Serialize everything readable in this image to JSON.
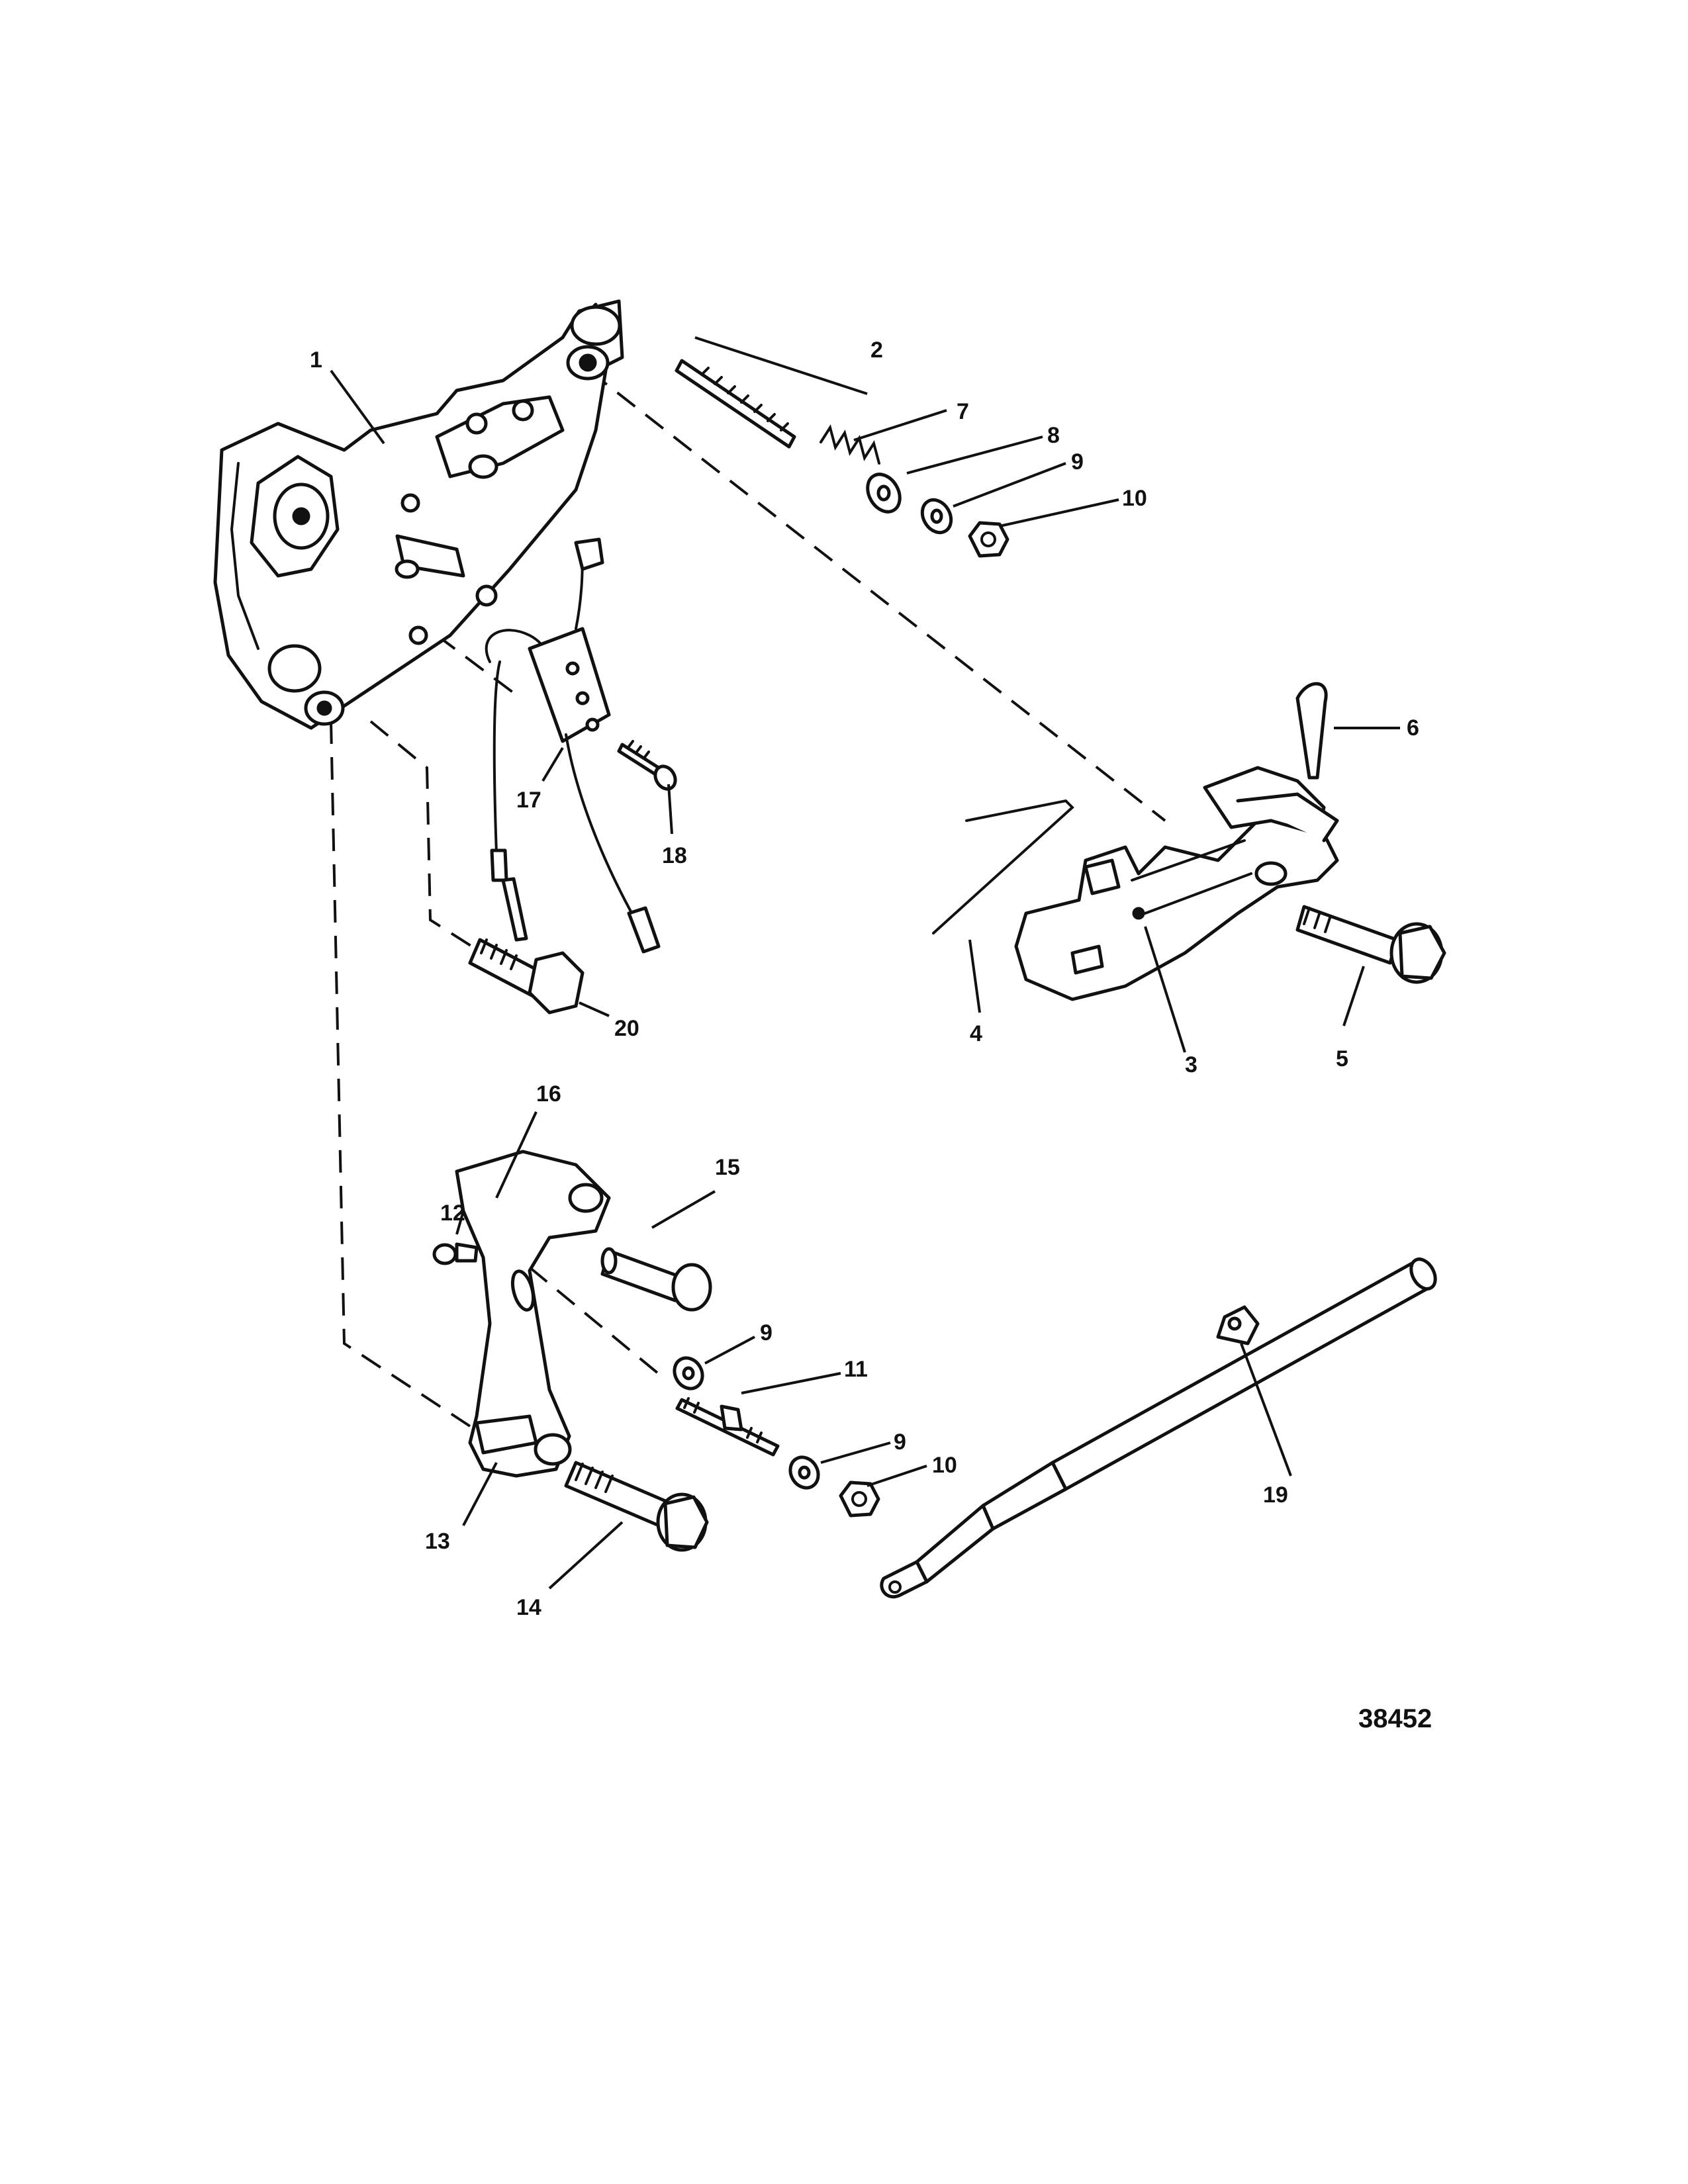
{
  "drawing_number": "38452",
  "callouts": {
    "c1": "1",
    "c2": "2",
    "c3": "3",
    "c4": "4",
    "c5": "5",
    "c6": "6",
    "c7": "7",
    "c8": "8",
    "c9a": "9",
    "c10a": "10",
    "c11": "11",
    "c12": "12",
    "c13": "13",
    "c14": "14",
    "c15": "15",
    "c16": "16",
    "c17": "17",
    "c18": "18",
    "c9b": "9",
    "c9c": "9",
    "c10b": "10",
    "c19": "19",
    "c20": "20"
  }
}
